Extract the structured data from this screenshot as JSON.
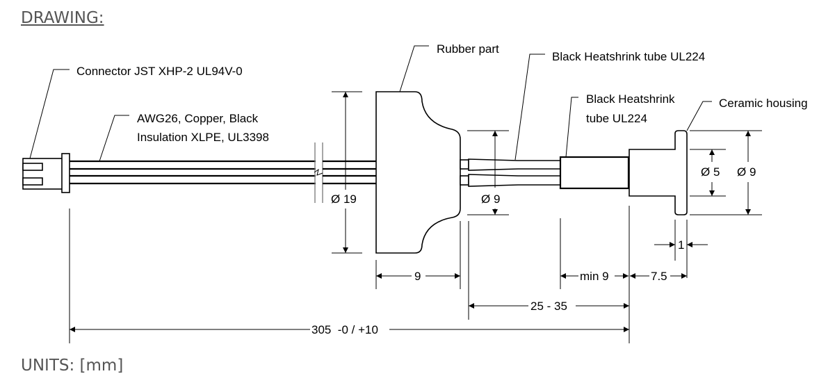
{
  "header": {
    "title": "DRAWING:"
  },
  "footer": {
    "units": "UNITS: [mm]"
  },
  "callouts": {
    "connector": "Connector JST XHP-2 UL94V-0",
    "wire_line1": "AWG26, Copper, Black",
    "wire_line2": "Insulation XLPE, UL3398",
    "rubber": "Rubber part",
    "heatshrink_long": "Black Heatshrink tube UL224",
    "heatshrink_line1": "Black Heatshrink",
    "heatshrink_line2": "tube UL224",
    "ceramic": "Ceramic housing"
  },
  "dimensions": {
    "rubber_diameter": "Ø 19",
    "tube_diameter": "Ø 9",
    "inner_diameter": "Ø 5",
    "housing_diameter": "Ø 9",
    "flange_thickness": "1",
    "rubber_length": "9",
    "heatshrink_min": "min 9",
    "housing_length": "7.5",
    "tail_range": "25 - 35",
    "total_length": "305  -0 / +10"
  }
}
